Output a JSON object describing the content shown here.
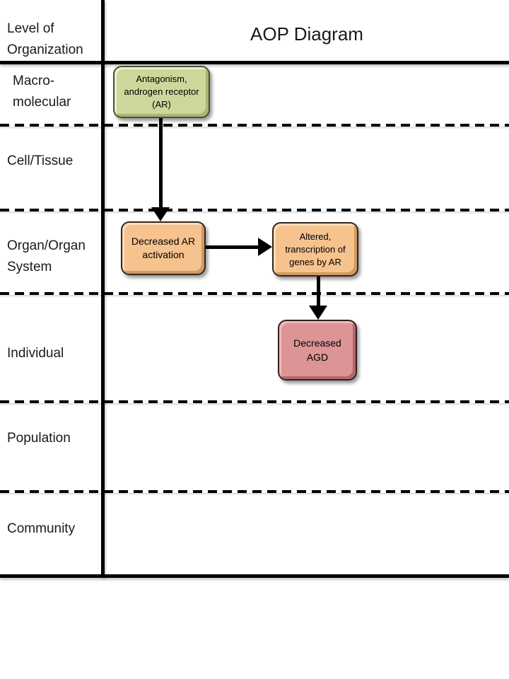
{
  "page": {
    "title": "AOP Diagram"
  },
  "table": {
    "corner_header": "Level of\nOrganization",
    "main_header": "AOP Diagram",
    "rows": [
      {
        "label": "Macro-\nmolecular"
      },
      {
        "label": "Cell/Tissue"
      },
      {
        "label": "Organ/Organ\nSystem"
      },
      {
        "label": "Individual"
      },
      {
        "label": "Population"
      },
      {
        "label": "Community"
      }
    ]
  },
  "diagram": {
    "nodes": [
      {
        "id": "mie",
        "label": "Antagonism,\nandrogen receptor\n(AR)",
        "level": "Macro-molecular",
        "fill": "#ccd89b",
        "border": "#45502c"
      },
      {
        "id": "ke1",
        "label": "Decreased AR\nactivation",
        "level": "Organ/Organ System",
        "fill": "#f6c28e",
        "border": "#35261a"
      },
      {
        "id": "ke2",
        "label": "Altered,\ntranscription of\ngenes by AR",
        "level": "Organ/Organ System",
        "fill": "#f6c28e",
        "border": "#35261a"
      },
      {
        "id": "ao",
        "label": "Decreased\nAGD",
        "level": "Individual",
        "fill": "#dc9497",
        "border": "#351e1f"
      }
    ],
    "edges": [
      {
        "from": "mie",
        "to": "ke1"
      },
      {
        "from": "ke1",
        "to": "ke2"
      },
      {
        "from": "ke2",
        "to": "ao"
      }
    ]
  },
  "colors": {
    "line": "#000000",
    "background": "#ffffff"
  }
}
